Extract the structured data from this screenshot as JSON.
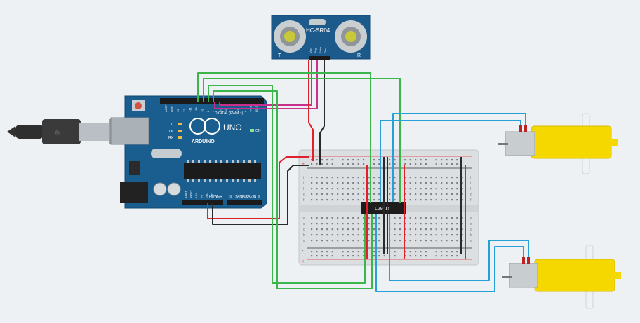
{
  "sensor": {
    "model": "HC-SR04",
    "pins": [
      "Vcc",
      "Trig",
      "Echo",
      "Gnd"
    ],
    "corner_left": "T",
    "corner_right": "R"
  },
  "arduino": {
    "brand": "ARDUINO",
    "model": "UNO",
    "digital_label": "DIGITAL (PWM ~)",
    "digital_pins": [
      "AREF",
      "GND",
      "13",
      "12",
      "~11",
      "~10",
      "~9",
      "8",
      "7",
      "~6",
      "~5",
      "4",
      "~3",
      "2",
      "TX 1",
      "RX 0"
    ],
    "power_label": "POWER",
    "analog_label": "ANALOG IN",
    "power_pins": [
      "IOREF",
      "RESET",
      "3.3V",
      "5V",
      "GND",
      "GND",
      "Vin"
    ],
    "analog_pins": [
      "A0",
      "A1",
      "A2",
      "A3",
      "A4",
      "A5"
    ],
    "led_labels": [
      "L",
      "TX",
      "RX"
    ],
    "on_label": "ON"
  },
  "breadboard": {
    "rail_plus": "+",
    "rail_minus": "-",
    "row_letters_top": [
      "j",
      "i",
      "h",
      "g",
      "f"
    ],
    "row_letters_bottom": [
      "e",
      "d",
      "c",
      "b",
      "a"
    ]
  },
  "driver": {
    "chip": "L293D"
  },
  "colors": {
    "wire_red": "#e0202a",
    "wire_black": "#2a2a2a",
    "wire_green": "#3cb54a",
    "wire_blue": "#26a0d8",
    "wire_magenta": "#c8308c",
    "board_blue": "#1a5d8f",
    "motor_yellow": "#f5d800"
  }
}
